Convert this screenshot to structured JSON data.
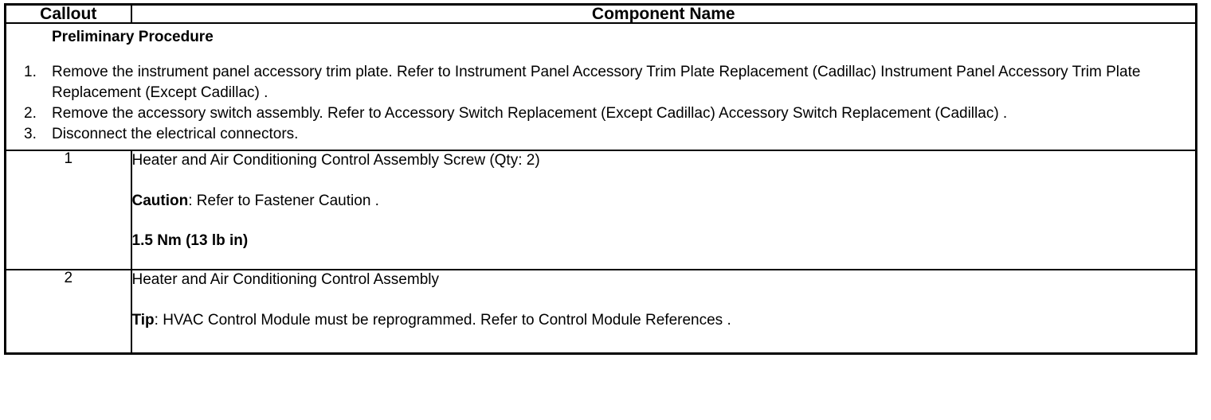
{
  "table": {
    "headers": {
      "callout": "Callout",
      "component_name": "Component Name"
    },
    "preliminary": {
      "title": "Preliminary Procedure",
      "steps": [
        {
          "num": "1.",
          "text": "Remove the instrument panel accessory trim plate. Refer to Instrument Panel Accessory Trim Plate Replacement (Cadillac) Instrument Panel Accessory Trim Plate Replacement (Except Cadillac) ."
        },
        {
          "num": "2.",
          "text": "Remove the accessory switch assembly. Refer to Accessory Switch Replacement (Except Cadillac) Accessory Switch Replacement (Cadillac) ."
        },
        {
          "num": "3.",
          "text": "Disconnect the electrical connectors."
        }
      ]
    },
    "rows": [
      {
        "callout": "1",
        "component": "Heater and Air Conditioning Control Assembly Screw (Qty: 2)",
        "caution_label": "Caution",
        "caution_text": ": Refer to Fastener Caution .",
        "torque": "1.5 Nm (13 lb in)"
      },
      {
        "callout": "2",
        "component": "Heater and Air Conditioning Control Assembly",
        "tip_label": "Tip",
        "tip_text": ": HVAC Control Module must be reprogrammed. Refer to Control Module References ."
      }
    ]
  }
}
